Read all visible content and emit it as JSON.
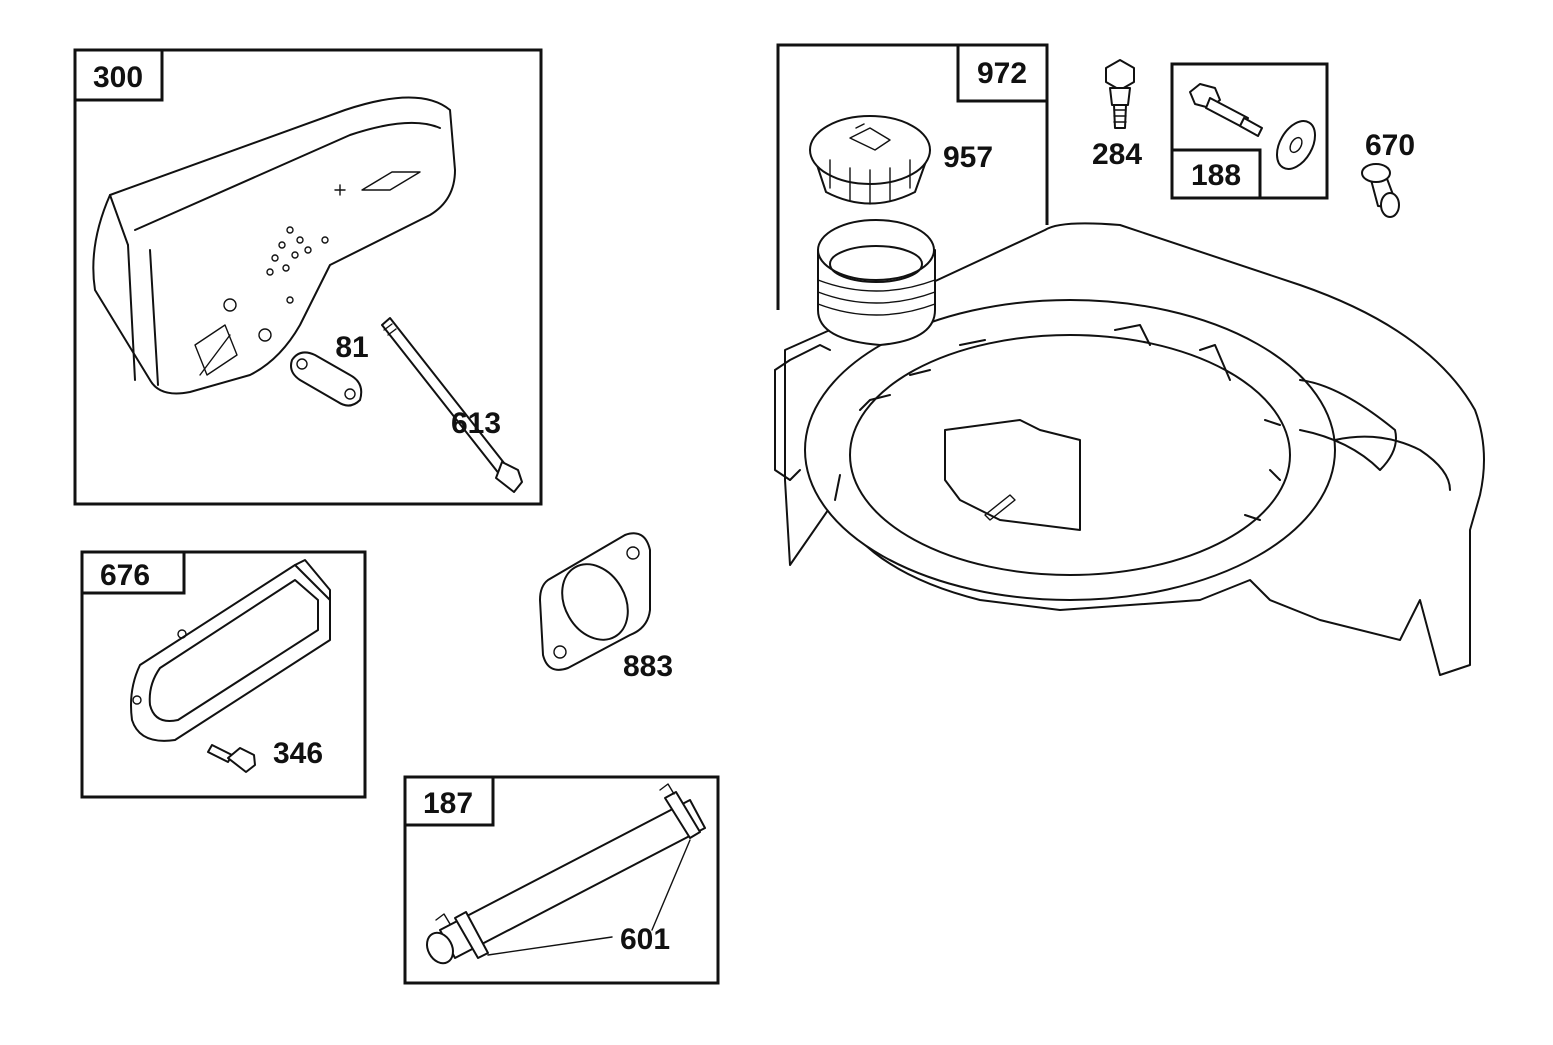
{
  "boxes": {
    "b300": "300",
    "b676": "676",
    "b187": "187",
    "b972": "972",
    "b188": "188"
  },
  "parts": {
    "p81": "81",
    "p613": "613",
    "p346": "346",
    "p883": "883",
    "p601": "601",
    "p957": "957",
    "p284": "284",
    "p670": "670"
  }
}
